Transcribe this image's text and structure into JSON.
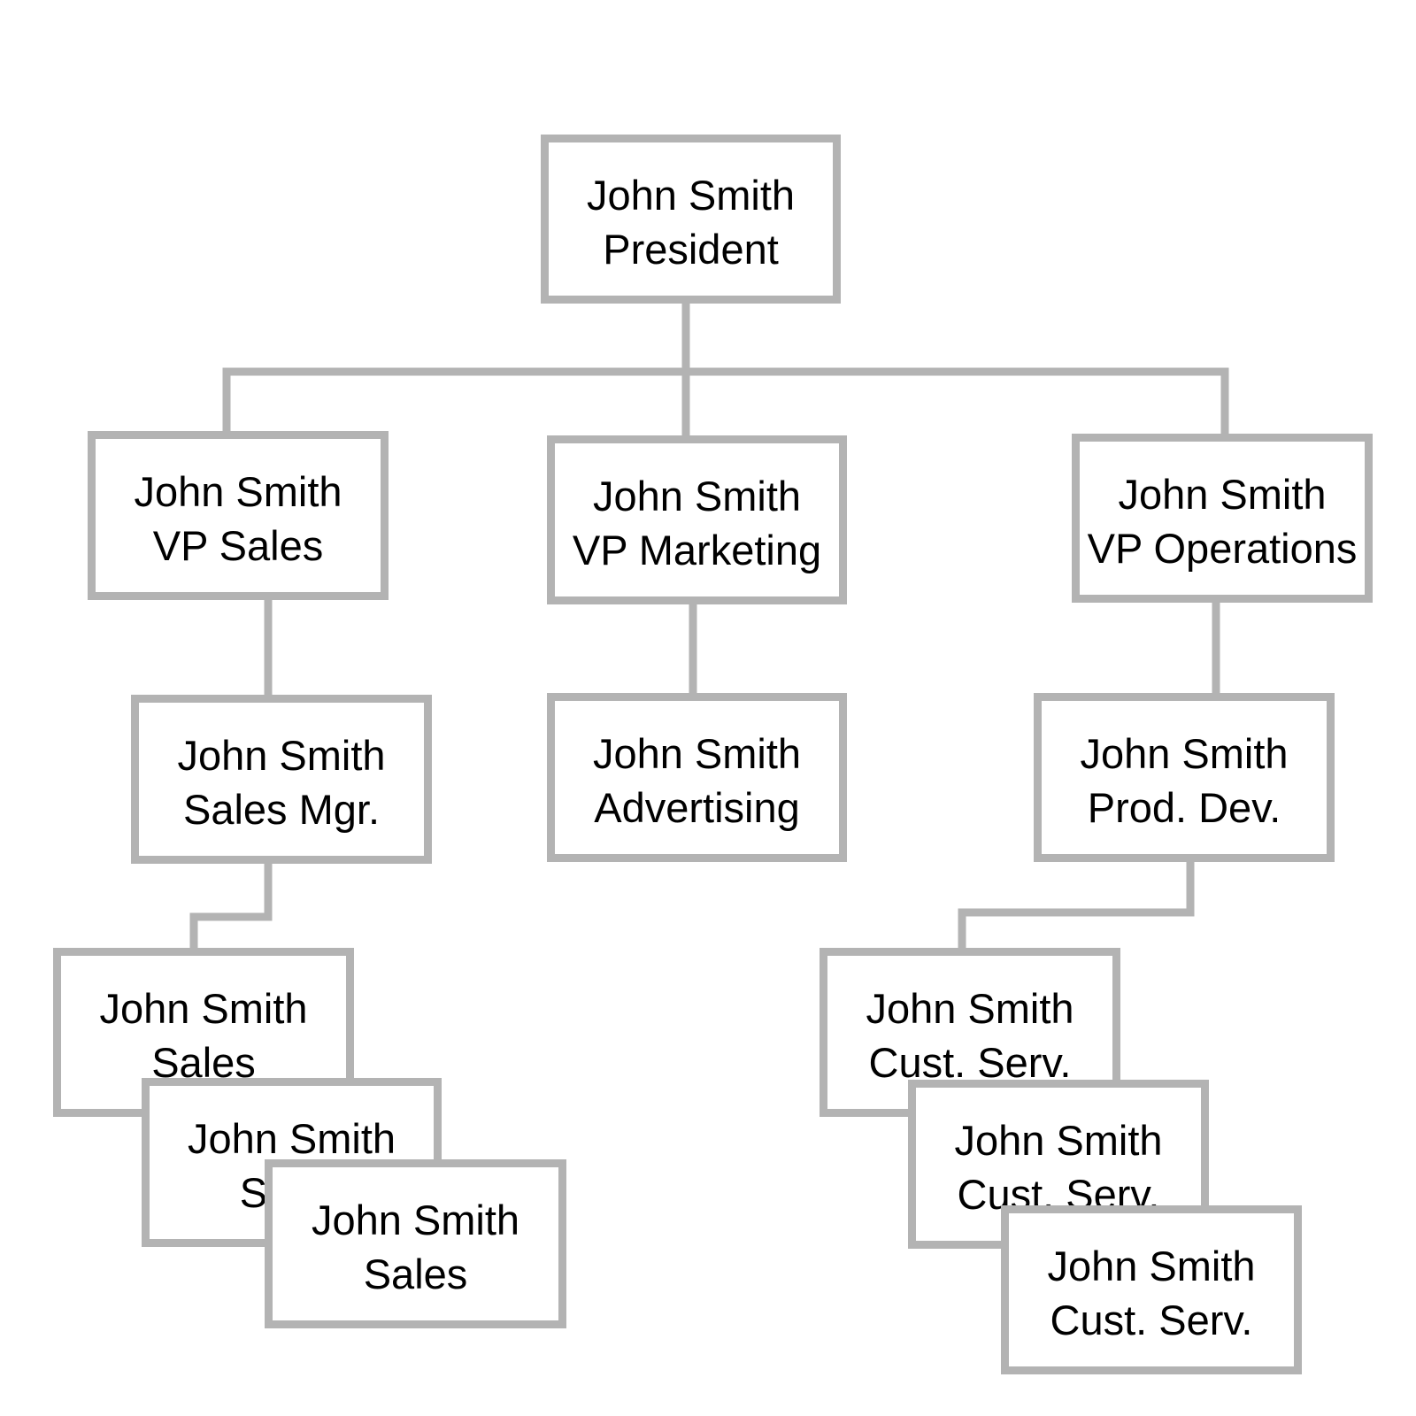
{
  "colors": {
    "border": "#b3b3b3",
    "text": "#000000",
    "background": "#ffffff"
  },
  "president": {
    "name": "John Smith",
    "title": "President"
  },
  "vp_sales": {
    "name": "John Smith",
    "title": "VP Sales"
  },
  "vp_marketing": {
    "name": "John Smith",
    "title": "VP Marketing"
  },
  "vp_operations": {
    "name": "John Smith",
    "title": "VP Operations"
  },
  "sales_mgr": {
    "name": "John Smith",
    "title": "Sales Mgr."
  },
  "advertising": {
    "name": "John Smith",
    "title": "Advertising"
  },
  "prod_dev": {
    "name": "John Smith",
    "title": "Prod. Dev."
  },
  "sales_staff": [
    {
      "name": "John Smith",
      "title": "Sales"
    },
    {
      "name": "John Smith",
      "title": "Sales"
    },
    {
      "name": "John Smith",
      "title": "Sales"
    }
  ],
  "cust_serv_staff": [
    {
      "name": "John Smith",
      "title": "Cust. Serv."
    },
    {
      "name": "John Smith",
      "title": "Cust. Serv."
    },
    {
      "name": "John Smith",
      "title": "Cust. Serv."
    }
  ]
}
